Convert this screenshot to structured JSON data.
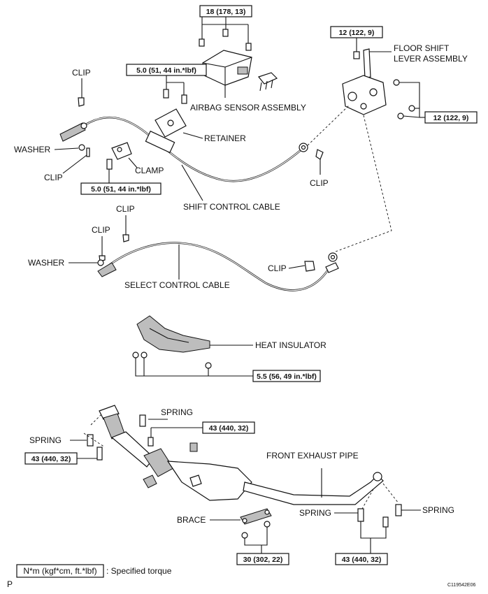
{
  "torque": {
    "t18": "18 (178, 13)",
    "t12a": "12 (122, 9)",
    "t12b": "12 (122, 9)",
    "t5a": "5.0 (51, 44 in.*lbf)",
    "t5b": "5.0 (51, 44 in.*lbf)",
    "t55": "5.5 (56, 49 in.*lbf)",
    "t43a": "43 (440, 32)",
    "t43b": "43 (440, 32)",
    "t43c": "43 (440, 32)",
    "t30": "30 (302, 22)"
  },
  "labels": {
    "floor_shift_1": "FLOOR SHIFT",
    "floor_shift_2": "LEVER ASSEMBLY",
    "airbag": "AIRBAG SENSOR ASSEMBLY",
    "retainer": "RETAINER",
    "clip1": "CLIP",
    "clip2": "CLIP",
    "clip3": "CLIP",
    "clip4": "CLIP",
    "clip5": "CLIP",
    "clip6": "CLIP",
    "washer1": "WASHER",
    "washer2": "WASHER",
    "clamp": "CLAMP",
    "shift_cable": "SHIFT CONTROL CABLE",
    "select_cable": "SELECT CONTROL CABLE",
    "heat_insulator": "HEAT INSULATOR",
    "spring1": "SPRING",
    "spring2": "SPRING",
    "spring3": "SPRING",
    "spring4": "SPRING",
    "front_exhaust": "FRONT EXHAUST PIPE",
    "brace": "BRACE"
  },
  "legend": {
    "unit": "N*m (kgf*cm, ft.*lbf)",
    "desc": ": Specified torque"
  },
  "footer": {
    "left": "P",
    "code": "C119542E06"
  }
}
